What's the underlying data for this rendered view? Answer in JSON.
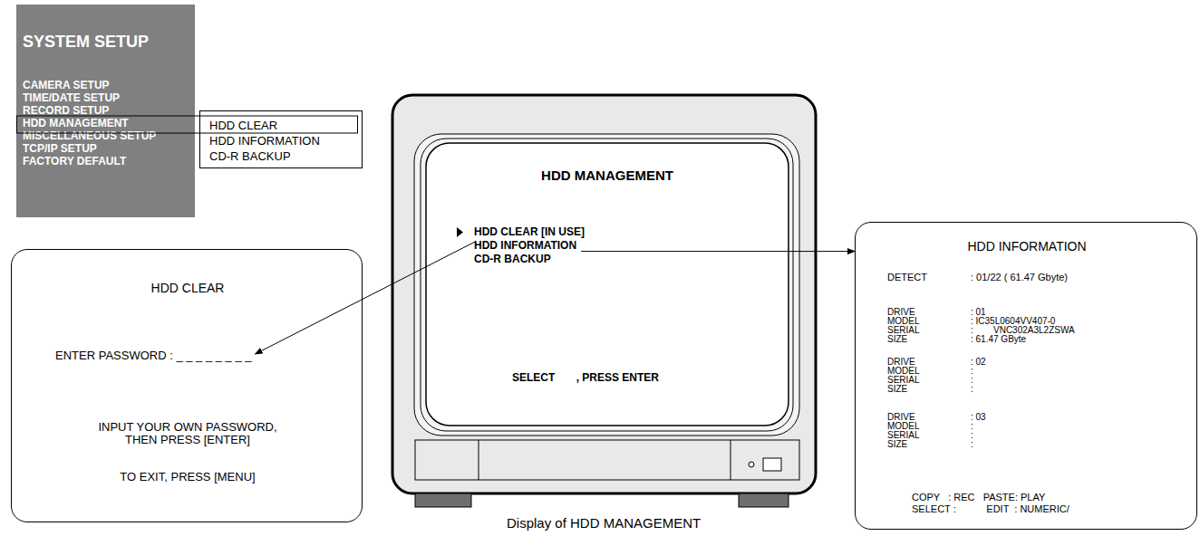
{
  "diagram": {
    "caption": "Display of HDD MANAGEMENT",
    "nodes": [
      {
        "text": [
          "SYSTEM SETUP",
          "CAMERA SETUP",
          "TIME/DATE SETUP",
          "RECORD SETUP",
          "HDD MANAGEMENT",
          "MISCELLANEOUS SETUP",
          "TCP/IP SETUP",
          "FACTORY DEFAULT"
        ]
      },
      {
        "text": [
          "HDD CLEAR",
          "HDD INFORMATION",
          "CD-R BACKUP"
        ]
      },
      {
        "text": [
          "HDD MANAGEMENT",
          "HDD CLEAR [IN USE]",
          "HDD INFORMATION",
          "CD-R BACKUP",
          "SELECT       , PRESS ENTER"
        ]
      },
      {
        "text": [
          "HDD CLEAR",
          "ENTER PASSWORD : _ _ _ _ _ _ _ _",
          "INPUT YOUR OWN PASSWORD, THEN PRESS [ENTER]",
          "TO EXIT, PRESS [MENU]"
        ]
      },
      {
        "text": [
          "HDD INFORMATION",
          "DETECT",
          ": 01/22 ( 61.47 Gbyte)",
          "DRIVE",
          ": 01",
          "MODEL",
          ": IC35L0604VV407-0",
          "SERIAL",
          ":",
          "VNC302A3L2ZSWA",
          "SIZE",
          ": 61.47 GByte",
          "DRIVE",
          ": 02",
          "MODEL",
          ":",
          "SERIAL",
          ":",
          "SIZE",
          ":",
          "DRIVE",
          ": 03",
          "MODEL",
          ":",
          "SERIAL",
          ":",
          "SIZE",
          ":",
          "COPY   : REC   PASTE: PLAY",
          "SELECT :           EDIT  : NUMERIC/"
        ]
      }
    ],
    "edges": [
      {
        "from": 2,
        "to": 3,
        "arrow": "to"
      },
      {
        "from": 2,
        "to": 4,
        "arrow": "to"
      }
    ]
  }
}
